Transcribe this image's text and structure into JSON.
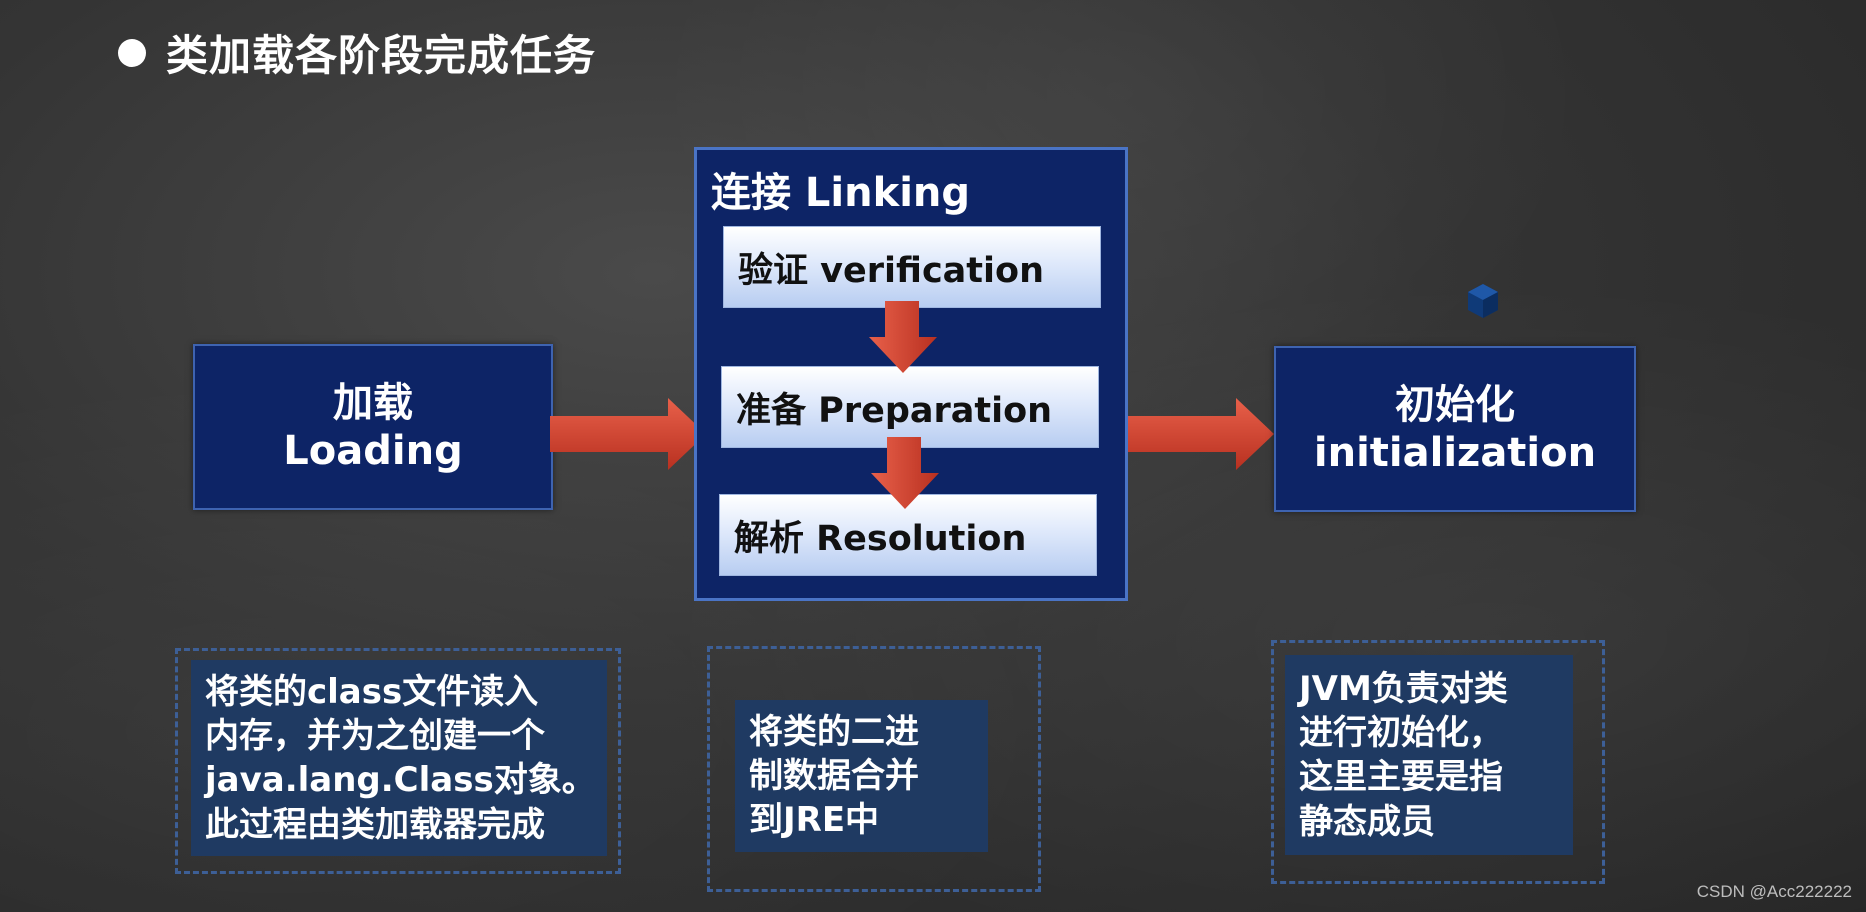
{
  "title": "类加载各阶段完成任务",
  "stages": {
    "loading": {
      "zh": "加载",
      "en": "Loading"
    },
    "linking": {
      "title": "连接 Linking",
      "verification": "验证 verification",
      "preparation": "准备 Preparation",
      "resolution": "解析 Resolution"
    },
    "initialization": {
      "zh": "初始化",
      "en": "initialization"
    }
  },
  "notes": {
    "loading": [
      "将类的class文件读入",
      "内存，并为之创建一个",
      "java.lang.Class对象。",
      "此过程由类加载器完成"
    ],
    "linking": [
      "将类的二进",
      "制数据合并",
      "到JRE中"
    ],
    "initialization": [
      "JVM负责对类",
      "进行初始化，",
      "这里主要是指",
      "静态成员"
    ]
  },
  "watermark": "CSDN @Acc222222",
  "colors": {
    "background": "#343434",
    "stage_fill": "#0d2466",
    "stage_border": "#3e63b0",
    "arrow": "#d8402b",
    "note_fill": "#1f3a62",
    "note_dash": "#3d5f96"
  },
  "icons": {
    "cube": "cube-icon"
  }
}
